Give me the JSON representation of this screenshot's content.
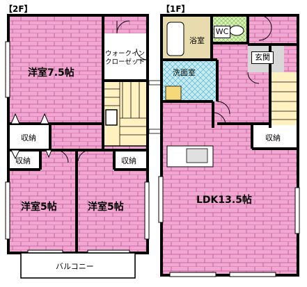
{
  "floor2": {
    "tag": "【2F】",
    "rooms": {
      "western_7_5": "洋室7.5帖",
      "walkin_closet_1": "ウォークイン",
      "walkin_closet_2": "クローゼット",
      "storage_a": "収納",
      "storage_b": "収納",
      "storage_c": "収納",
      "western_5_left": "洋室5帖",
      "western_5_right": "洋室5帖",
      "balcony": "バルコニー"
    }
  },
  "floor1": {
    "tag": "【1F】",
    "rooms": {
      "bathroom": "浴室",
      "wc": "WC",
      "entrance": "玄関",
      "washroom": "洗面室",
      "storage": "収納",
      "ldk": "LDK13.5帖"
    }
  },
  "colors": {
    "room_pink": "#f2a7d2",
    "wall": "#000000",
    "closet_yellow": "#fff2c0",
    "bath_tan": "#e8dcae",
    "wc_green": "#d9f0b8",
    "wash_cyan": "#c9ecf2",
    "entrance_gray": "#d8d8d8"
  }
}
